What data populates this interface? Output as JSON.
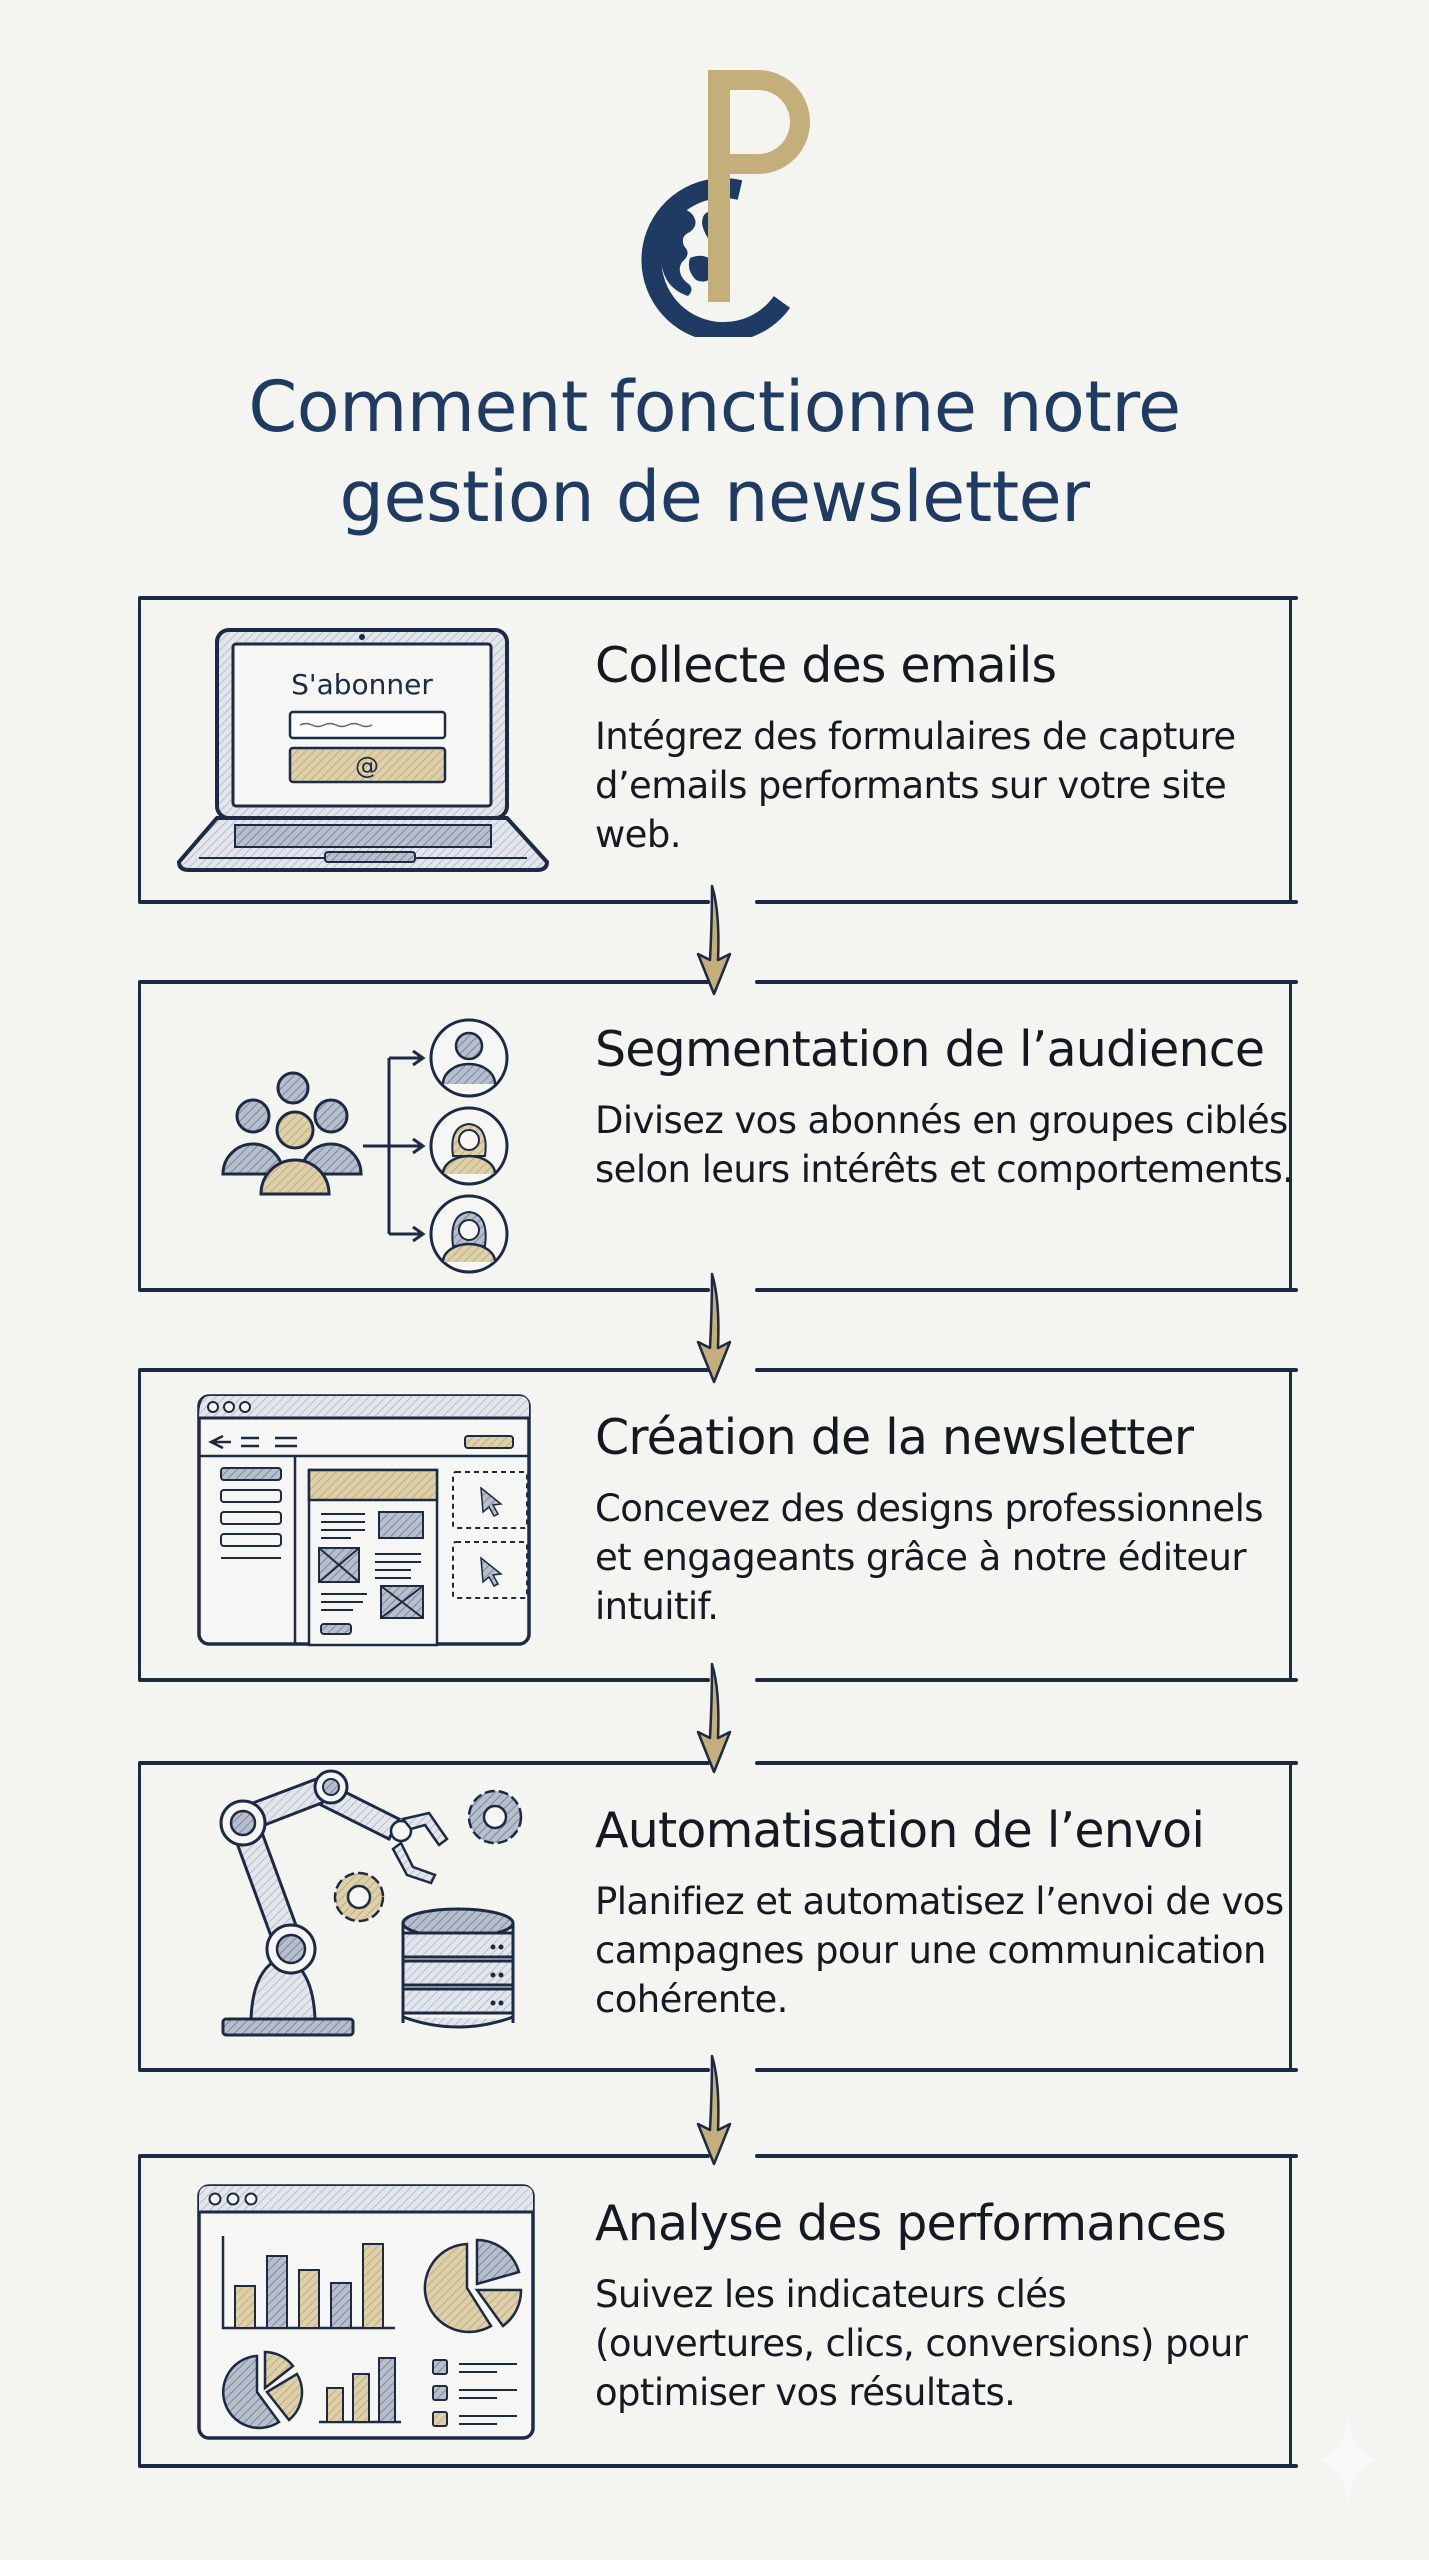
{
  "logo": {
    "letters": "CP",
    "colors": {
      "navy": "#1f3a63",
      "gold": "#c4ae7a"
    }
  },
  "title": {
    "line1": "Comment fonctionne notre",
    "line2": "gestion de newsletter"
  },
  "colors": {
    "background": "#f4f4f1",
    "navy": "#1c2a44",
    "title": "#1f3a63",
    "gold": "#c4ae7a",
    "slate": "#9aa3b5",
    "text": "#151a22"
  },
  "steps": [
    {
      "icon": "laptop-subscribe-form-icon",
      "illustration_text": {
        "form_title": "S'abonner",
        "button_symbol": "@"
      },
      "heading": "Collecte des emails",
      "description": "Intégrez des formulaires de capture d’emails performants sur votre site web."
    },
    {
      "icon": "audience-segmentation-icon",
      "heading": "Segmentation de l’audience",
      "description": "Divisez vos abonnés en groupes ciblés selon leurs intérêts et comportements."
    },
    {
      "icon": "newsletter-editor-icon",
      "heading": "Création de la newsletter",
      "description": "Concevez des designs professionnels et engageants grâce à notre éditeur intuitif."
    },
    {
      "icon": "robot-arm-automation-icon",
      "heading": "Automatisation de l’envoi",
      "description": "Planifiez et automatisez l’envoi de vos campagnes pour une communication cohérente."
    },
    {
      "icon": "analytics-dashboard-icon",
      "heading": "Analyse des performances",
      "description": "Suivez les indicateurs clés (ouvertures, clics, conversions) pour optimiser vos résultats."
    }
  ],
  "connectors": [
    {
      "icon": "arrow-down-icon"
    },
    {
      "icon": "arrow-down-icon"
    },
    {
      "icon": "arrow-down-icon"
    },
    {
      "icon": "arrow-down-icon"
    }
  ]
}
